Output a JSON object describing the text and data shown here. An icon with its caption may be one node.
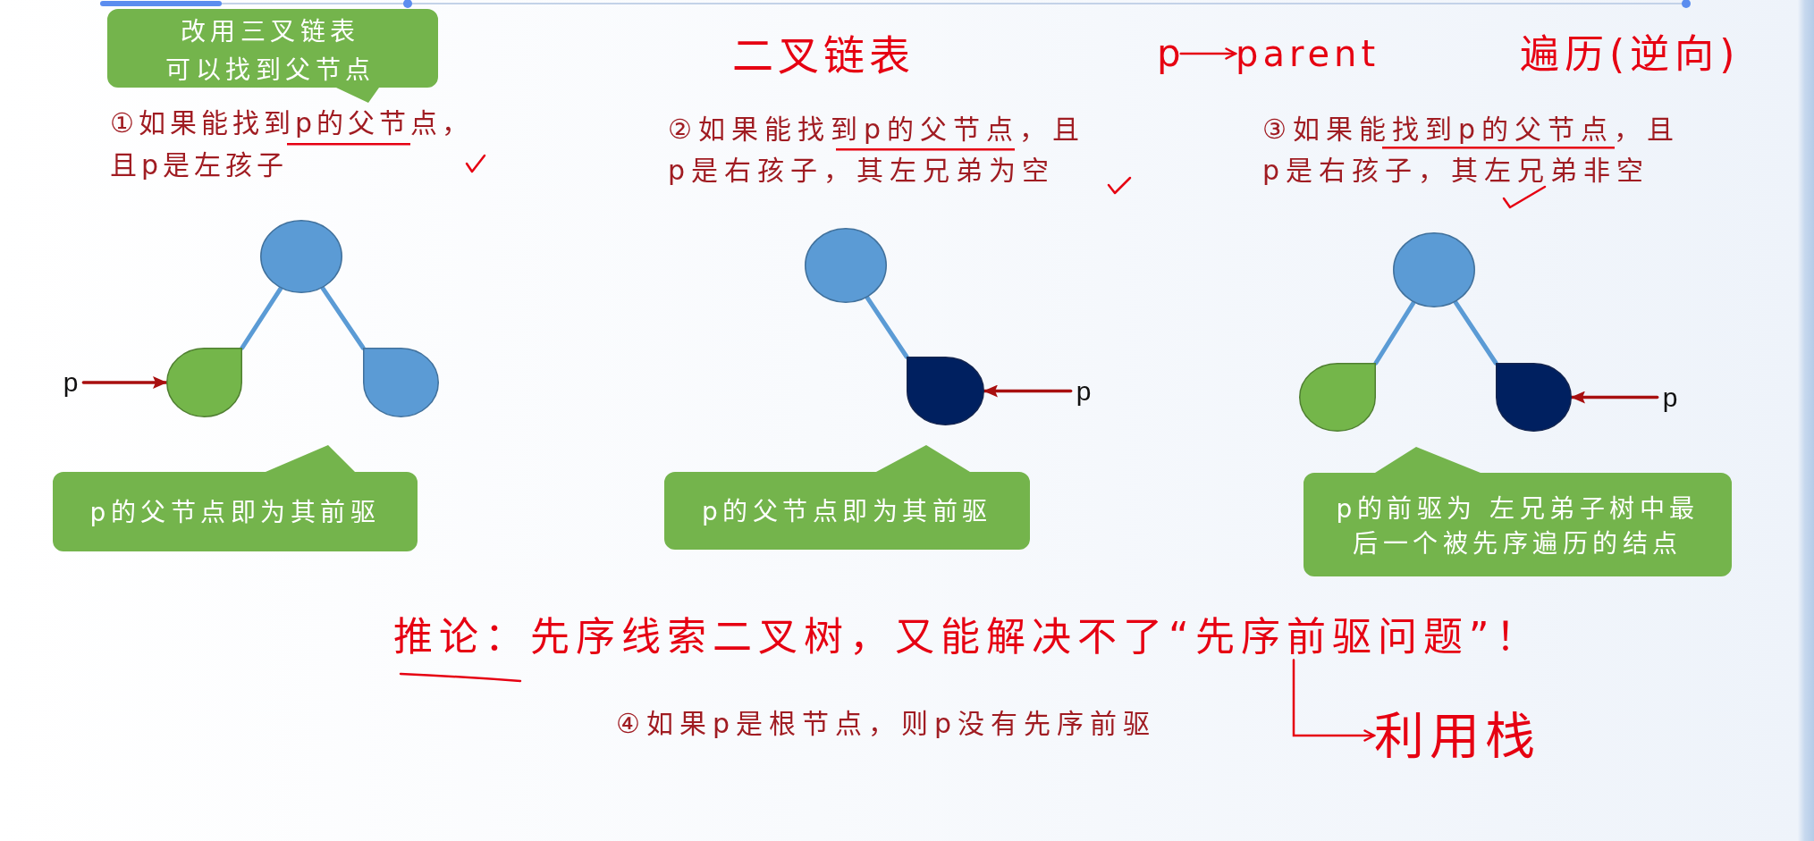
{
  "diagram": {
    "nodes": [
      {
        "text": [
          "改用三叉链表可以找到父节点"
        ]
      },
      {
        "text": [
          "p"
        ]
      },
      {
        "text": [
          "parent"
        ]
      },
      {
        "text": [],
        "shape": "circle"
      },
      {
        "text": [
          "p"
        ]
      },
      {
        "text": [],
        "shape": "teardrop"
      },
      {
        "text": [],
        "shape": "teardrop"
      },
      {
        "text": [
          "p的父节点即为其前驱"
        ]
      },
      {
        "text": [],
        "shape": "circle"
      },
      {
        "text": [],
        "shape": "teardrop"
      },
      {
        "text": [
          "p"
        ]
      },
      {
        "text": [
          "p的父节点即为其前驱"
        ]
      },
      {
        "text": [],
        "shape": "circle"
      },
      {
        "text": [],
        "shape": "teardrop"
      },
      {
        "text": [],
        "shape": "teardrop"
      },
      {
        "text": [
          "p"
        ]
      },
      {
        "text": [
          "p的前驱为 左兄弟子树中最后一个被先序遍历的结点"
        ]
      },
      {
        "text": [
          "推论：先序线索二叉树，又能解决不了“先序前驱问题”！"
        ]
      },
      {
        "text": [
          "利用栈"
        ]
      }
    ],
    "edges": [
      {
        "from": 1,
        "to": 2,
        "arrow": "to",
        "color": "#e60012"
      },
      {
        "from": 3,
        "to": 5,
        "arrow": "none"
      },
      {
        "from": 3,
        "to": 6,
        "arrow": "none"
      },
      {
        "from": 4,
        "to": 5,
        "arrow": "to",
        "color": "#a80f0f"
      },
      {
        "from": 8,
        "to": 9,
        "arrow": "none"
      },
      {
        "from": 10,
        "to": 9,
        "arrow": "to",
        "color": "#a80f0f"
      },
      {
        "from": 12,
        "to": 13,
        "arrow": "none"
      },
      {
        "from": 12,
        "to": 14,
        "arrow": "none"
      },
      {
        "from": 15,
        "to": 14,
        "arrow": "to",
        "color": "#a80f0f"
      },
      {
        "from": 17,
        "to": 18,
        "arrow": "to",
        "color": "#e60012"
      }
    ],
    "labels": [
      "二叉链表",
      "遍历(逆向)",
      "①如果能找到p的父节点，且p是左孩子",
      "②如果能找到p的父节点，且p是右孩子，其左兄弟为空",
      "③如果能找到p的父节点，且p是右孩子，其左兄弟非空",
      "④如果p是根节点，则p没有先序前驱"
    ]
  }
}
